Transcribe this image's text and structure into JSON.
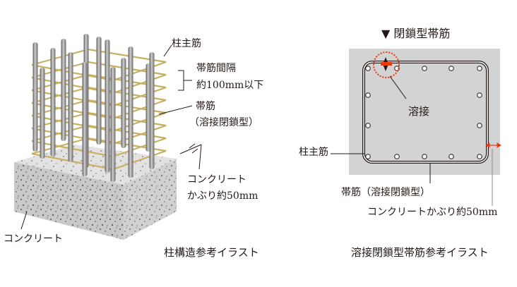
{
  "left": {
    "labels": {
      "main_bar": "柱主筋",
      "hoop_spacing_1": "帯筋間隔",
      "hoop_spacing_2": "約100mm以下",
      "hoop_1": "帯筋",
      "hoop_2": "（溶接閉鎖型）",
      "cover_1": "コンクリート",
      "cover_2": "かぶり約50mm",
      "concrete": "コンクリート"
    },
    "caption": "柱構造参考イラスト"
  },
  "right": {
    "title": "▼ 閉鎖型帯筋",
    "labels": {
      "weld": "溶接",
      "main_bar": "柱主筋",
      "hoop": "帯筋（溶接閉鎖型）",
      "cover": "コンクリートかぶり約50mm"
    },
    "caption": "溶接閉鎖型帯筋参考イラスト"
  },
  "colors": {
    "concrete": "#d3d3d3",
    "rebar": "#8a8a8a",
    "hoop": "#c8b060",
    "weld": "#e8380d",
    "text": "#231815"
  }
}
